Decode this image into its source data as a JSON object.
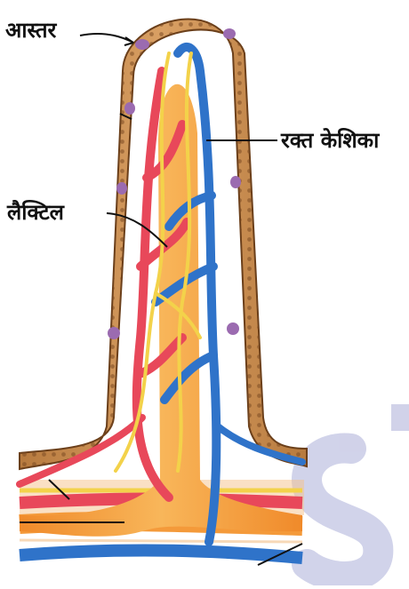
{
  "labels": {
    "epithelium": "आस्तर",
    "capillary": "रक्त केशिका",
    "lacteal": "लैक्टिल"
  },
  "colors": {
    "epithelium": "#c4894a",
    "goblet": "#9b6bb0",
    "artery": "#e8485a",
    "vein": "#2f73c9",
    "lacteal": "#f49a3a",
    "nerve": "#f3d24a",
    "watermark": "#c9cbe6"
  }
}
